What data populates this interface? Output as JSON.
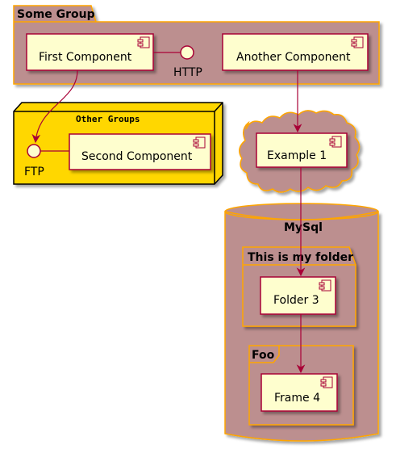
{
  "colors": {
    "group_fill": "#BC8F8F",
    "group_border": "#FFA500",
    "node_fill": "#FFD700",
    "component_fill": "#FEFECE",
    "component_border": "#A80036",
    "arrow": "#A80036"
  },
  "groups": {
    "some_group": "Some Group",
    "other_groups": "Other Groups",
    "mysql": "MySql",
    "my_folder": "This is my folder",
    "foo": "Foo"
  },
  "components": {
    "first": "First Component",
    "another": "Another Component",
    "second": "Second Component",
    "example1": "Example 1",
    "folder3": "Folder 3",
    "frame4": "Frame 4"
  },
  "interfaces": {
    "http": "HTTP",
    "ftp": "FTP"
  }
}
